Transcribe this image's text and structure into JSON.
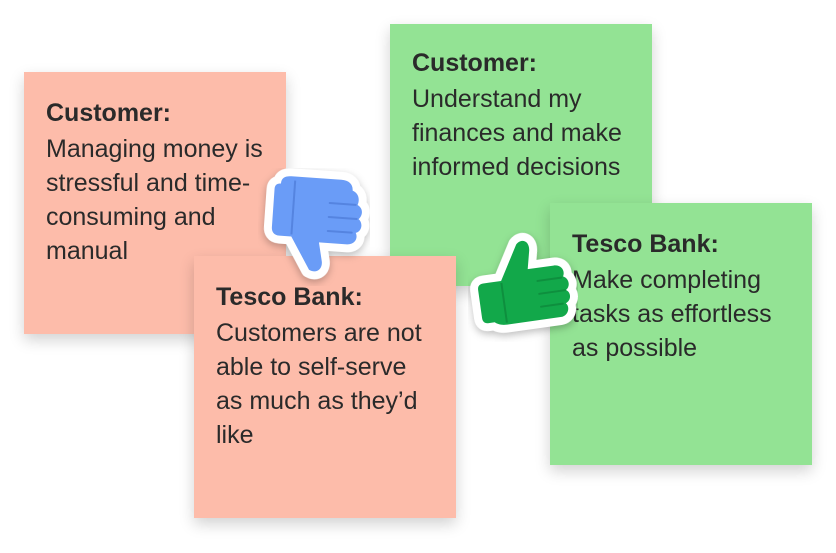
{
  "notes": {
    "customer_pain": {
      "title": "Customer:",
      "body": "Managing money is stressful and time-consuming and manual",
      "color": "#fdbcaa"
    },
    "bank_pain": {
      "title": "Tesco Bank:",
      "body": "Customers are not able to self-serve as much as they’d like",
      "color": "#fdbcaa"
    },
    "customer_goal": {
      "title": "Customer:",
      "body": "Understand my finances and make informed decisions",
      "color": "#93e394"
    },
    "bank_goal": {
      "title": "Tesco Bank:",
      "body": "Make completing tasks as effortless as possible",
      "color": "#93e394"
    }
  },
  "stickers": {
    "thumbs_down": {
      "icon": "thumbs-down-icon",
      "color": "#6a9cf7"
    },
    "thumbs_up": {
      "icon": "thumbs-up-icon",
      "color": "#12a84a"
    }
  }
}
